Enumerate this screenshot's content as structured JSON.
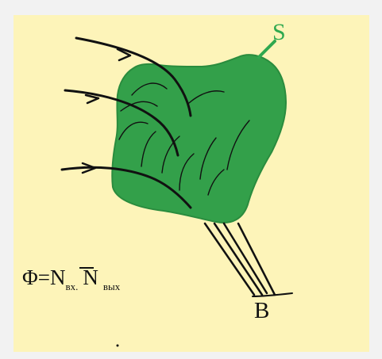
{
  "labels": {
    "surface": "S",
    "field": "B"
  },
  "formula": {
    "symbol": "Φ",
    "equals": "=",
    "n_in": "N",
    "sub_in": "вх.",
    "n_out": "N",
    "sub_out": "вых"
  },
  "colors": {
    "background": "#f2f2f2",
    "panel": "#fdf4b9",
    "surface_fill": "#33a04a",
    "surface_stroke": "#2a8c3e",
    "label_green": "#2fa84f",
    "lines": "#111111"
  }
}
